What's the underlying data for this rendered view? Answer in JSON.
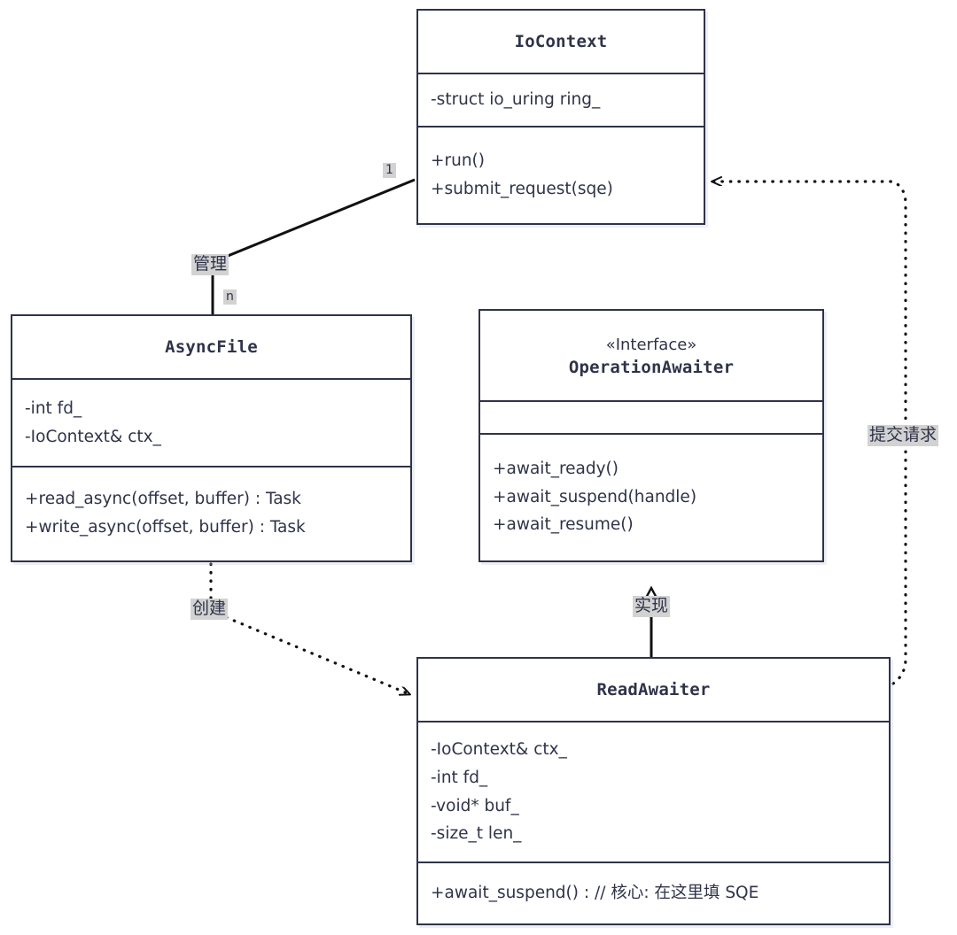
{
  "diagram": {
    "type": "uml-class-diagram",
    "background_color": "#ffffff",
    "stroke_color": "#2f3349",
    "label_background_color": "#d2d2d2"
  },
  "classes": [
    {
      "id": "iocontext",
      "name": "IoContext",
      "stereotype": "",
      "attributes": [
        "-struct io_uring ring_"
      ],
      "methods": [
        "+run()",
        "+submit_request(sqe)"
      ]
    },
    {
      "id": "asyncfile",
      "name": "AsyncFile",
      "stereotype": "",
      "attributes": [
        "-int fd_",
        "-IoContext& ctx_"
      ],
      "methods": [
        "+read_async(offset, buffer) : Task",
        "+write_async(offset, buffer) : Task"
      ]
    },
    {
      "id": "operationawaiter",
      "name": "OperationAwaiter",
      "stereotype": "«Interface»",
      "attributes": [],
      "methods": [
        "+await_ready()",
        "+await_suspend(handle)",
        "+await_resume()"
      ]
    },
    {
      "id": "readawaiter",
      "name": "ReadAwaiter",
      "stereotype": "",
      "attributes": [
        "-IoContext& ctx_",
        "-int fd_",
        "-void* buf_",
        "-size_t len_"
      ],
      "methods": [
        "+await_suspend() : // 核心: 在这里填 SQE"
      ]
    }
  ],
  "relationships": [
    {
      "id": "manage",
      "from": "iocontext",
      "to": "asyncfile",
      "kind": "association",
      "label": "管理",
      "source_multiplicity": "1",
      "target_multiplicity": "n"
    },
    {
      "id": "create",
      "from": "asyncfile",
      "to": "readawaiter",
      "kind": "dependency",
      "label": "创建",
      "source_multiplicity": "",
      "target_multiplicity": ""
    },
    {
      "id": "realize",
      "from": "readawaiter",
      "to": "operationawaiter",
      "kind": "realization",
      "label": "实现",
      "source_multiplicity": "",
      "target_multiplicity": ""
    },
    {
      "id": "submit",
      "from": "readawaiter",
      "to": "iocontext",
      "kind": "dependency",
      "label": "提交请求",
      "source_multiplicity": "",
      "target_multiplicity": ""
    }
  ]
}
